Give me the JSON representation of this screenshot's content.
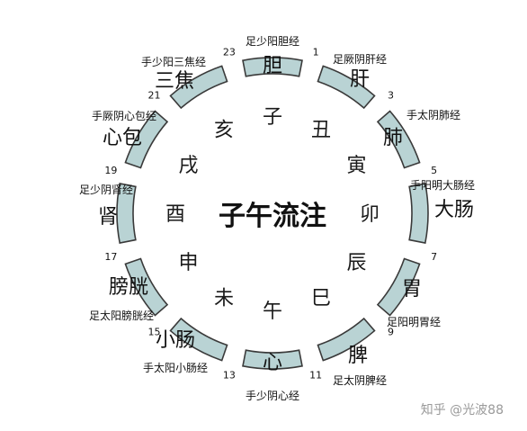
{
  "title": "子午流注",
  "watermark": "知乎 @光波88",
  "branches": [
    "子",
    "丑",
    "寅",
    "卯",
    "辰",
    "巳",
    "午",
    "未",
    "申",
    "酉",
    "戌",
    "亥"
  ],
  "organs": [
    "胆",
    "肝",
    "肺",
    "大肠",
    "胃",
    "脾",
    "心",
    "小肠",
    "膀胱",
    "肾",
    "心包",
    "三焦"
  ],
  "meridians": [
    "足少阳胆经",
    "足厥阴肝经",
    "手太阴肺经",
    "手阳明大肠经",
    "足阳明胃经",
    "足太阴脾经",
    "手少阴心经",
    "手太阳小肠经",
    "足太阳膀胱经",
    "足少阴肾经",
    "手厥阴心包经",
    "手少阳三焦经"
  ],
  "hours": [
    "1",
    "3",
    "5",
    "7",
    "9",
    "11",
    "13",
    "15",
    "17",
    "19",
    "21",
    "23"
  ],
  "colors": {
    "segment_fill": "#b9d3d4",
    "segment_stroke": "#3a3a3a",
    "text": "#111111"
  }
}
